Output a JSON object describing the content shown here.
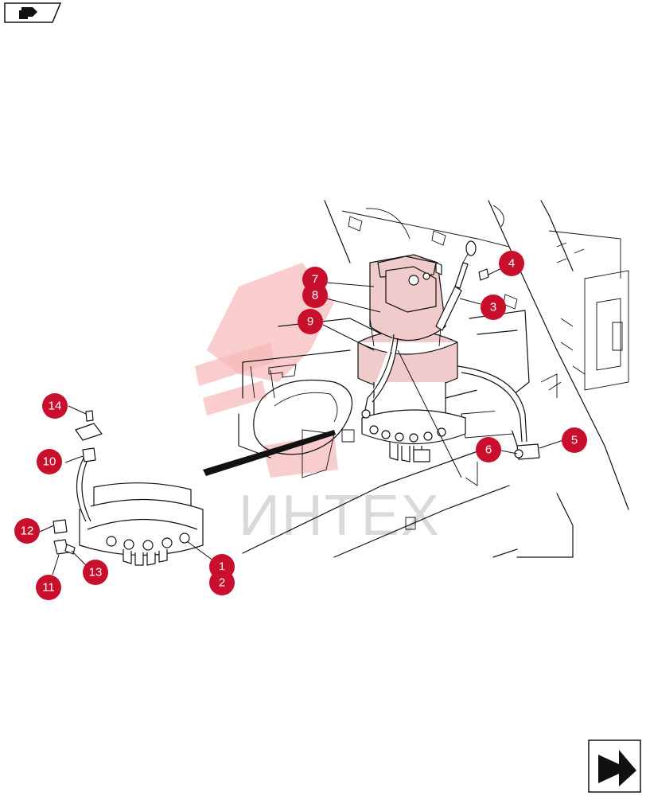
{
  "watermark": {
    "text": "ИНТЕХ"
  },
  "nav": {
    "prev_icon": "back-arrow-icon",
    "next_icon": "forward-arrow-icon"
  },
  "colors": {
    "callout": "#c8102e",
    "motor_tint": "#f0cbcb",
    "watermark_red": "#f6b8b8"
  },
  "callouts": [
    {
      "id": "1",
      "label": "1"
    },
    {
      "id": "2",
      "label": "2"
    },
    {
      "id": "3",
      "label": "3"
    },
    {
      "id": "4",
      "label": "4"
    },
    {
      "id": "5",
      "label": "5"
    },
    {
      "id": "6",
      "label": "6"
    },
    {
      "id": "7",
      "label": "7"
    },
    {
      "id": "8",
      "label": "8"
    },
    {
      "id": "9",
      "label": "9"
    },
    {
      "id": "10",
      "label": "10"
    },
    {
      "id": "11",
      "label": "11"
    },
    {
      "id": "12",
      "label": "12"
    },
    {
      "id": "13",
      "label": "13"
    },
    {
      "id": "14",
      "label": "14"
    }
  ]
}
